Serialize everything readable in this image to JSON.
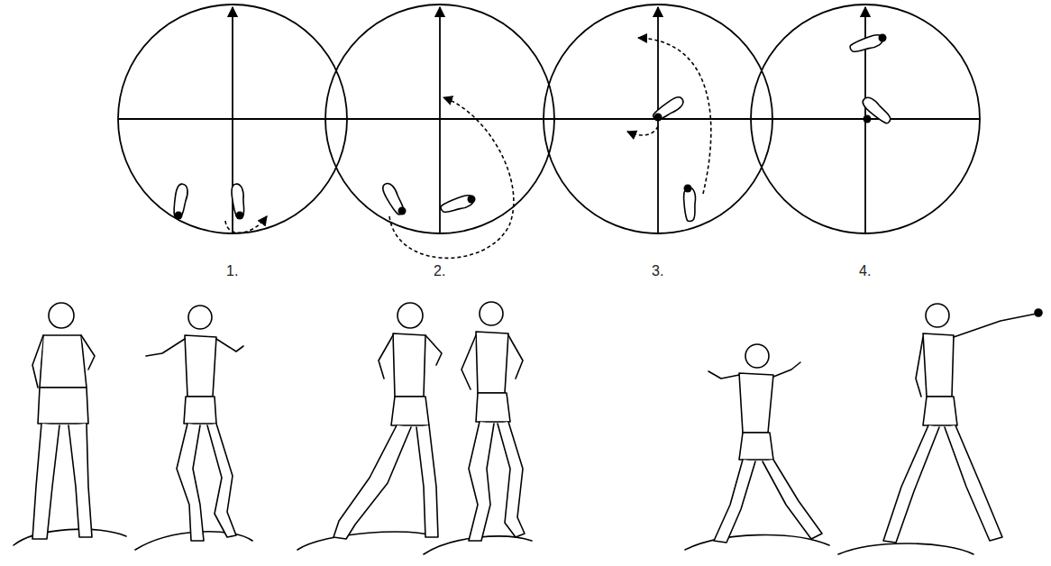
{
  "diagram": {
    "labels": [
      "1.",
      "2.",
      "3.",
      "4."
    ]
  }
}
